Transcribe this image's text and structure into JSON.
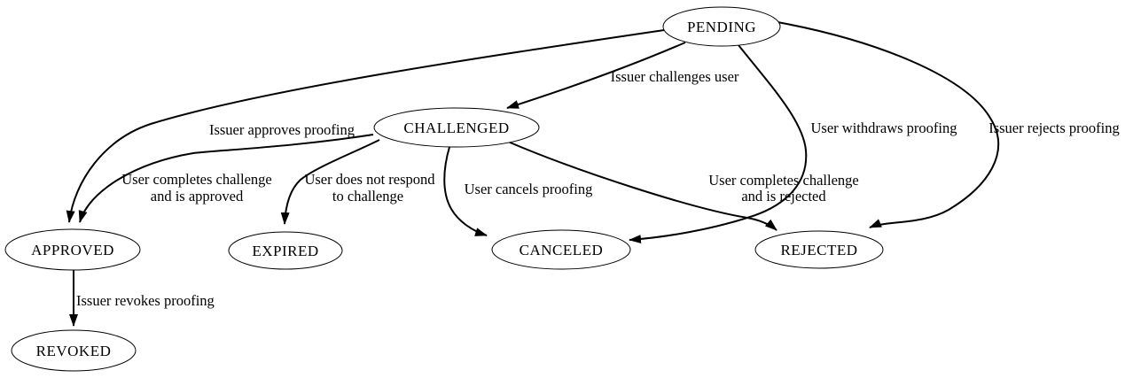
{
  "diagram": {
    "type": "state-transition-graph",
    "colors": {
      "background": "#ffffff",
      "node_fill": "#ffffff",
      "stroke": "#000000",
      "text": "#000000"
    },
    "nodes": [
      {
        "id": "pending",
        "label": "PENDING"
      },
      {
        "id": "challenged",
        "label": "CHALLENGED"
      },
      {
        "id": "approved",
        "label": "APPROVED"
      },
      {
        "id": "expired",
        "label": "EXPIRED"
      },
      {
        "id": "canceled",
        "label": "CANCELED"
      },
      {
        "id": "rejected",
        "label": "REJECTED"
      },
      {
        "id": "revoked",
        "label": "REVOKED"
      }
    ],
    "edges": [
      {
        "from": "PENDING",
        "to": "CHALLENGED",
        "label_lines": [
          "Issuer challenges user"
        ]
      },
      {
        "from": "PENDING",
        "to": "APPROVED",
        "label_lines": [
          "Issuer approves proofing"
        ]
      },
      {
        "from": "CHALLENGED",
        "to": "APPROVED",
        "label_lines": [
          "User completes challenge",
          "and is approved"
        ]
      },
      {
        "from": "CHALLENGED",
        "to": "EXPIRED",
        "label_lines": [
          "User does not respond",
          "to challenge"
        ]
      },
      {
        "from": "CHALLENGED",
        "to": "CANCELED",
        "label_lines": [
          "User cancels proofing"
        ]
      },
      {
        "from": "CHALLENGED",
        "to": "REJECTED",
        "label_lines": [
          "User completes challenge",
          "and is rejected"
        ]
      },
      {
        "from": "PENDING",
        "to": "CANCELED",
        "label_lines": [
          "User withdraws proofing"
        ]
      },
      {
        "from": "PENDING",
        "to": "REJECTED",
        "label_lines": [
          "Issuer rejects proofing"
        ]
      },
      {
        "from": "APPROVED",
        "to": "REVOKED",
        "label_lines": [
          "Issuer revokes proofing"
        ]
      }
    ]
  }
}
